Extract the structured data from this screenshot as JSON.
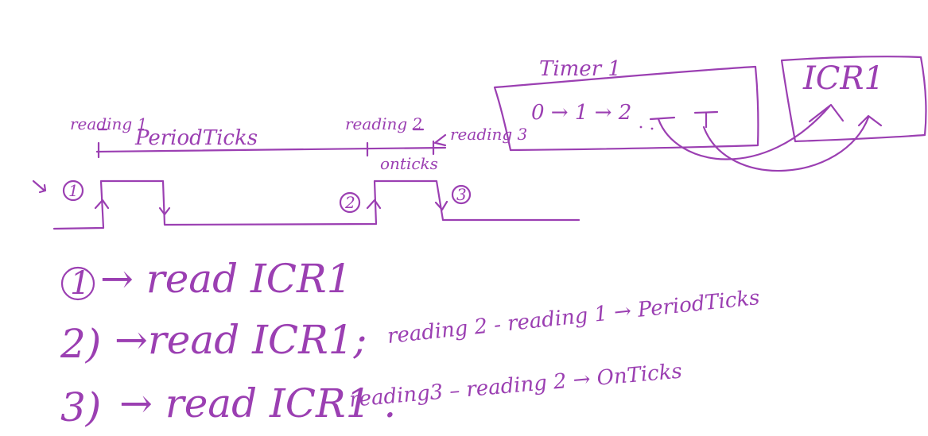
{
  "colors": {
    "ink": "#9b3fb2",
    "background": "#ffffff"
  },
  "timer_box": {
    "title": "Timer 1",
    "sequence": "0 → 1 → 2"
  },
  "icr_box": {
    "title": "ICR1"
  },
  "timeline": {
    "reading1": "reading 1",
    "reading2": "reading 2",
    "reading3": "reading 3",
    "period_ticks": "PeriodTicks",
    "on_ticks": "onticks",
    "edge1": "1",
    "edge2": "2",
    "edge3": "3"
  },
  "steps": [
    {
      "num": "1",
      "text": "→ read ICR1"
    },
    {
      "num": "2)",
      "text": "→read ICR1;",
      "calc": "reading 2 - reading 1 → PeriodTicks"
    },
    {
      "num": "3)",
      "text": "→ read ICR1 .",
      "calc": "reading3 – reading 2 → OnTicks"
    }
  ]
}
